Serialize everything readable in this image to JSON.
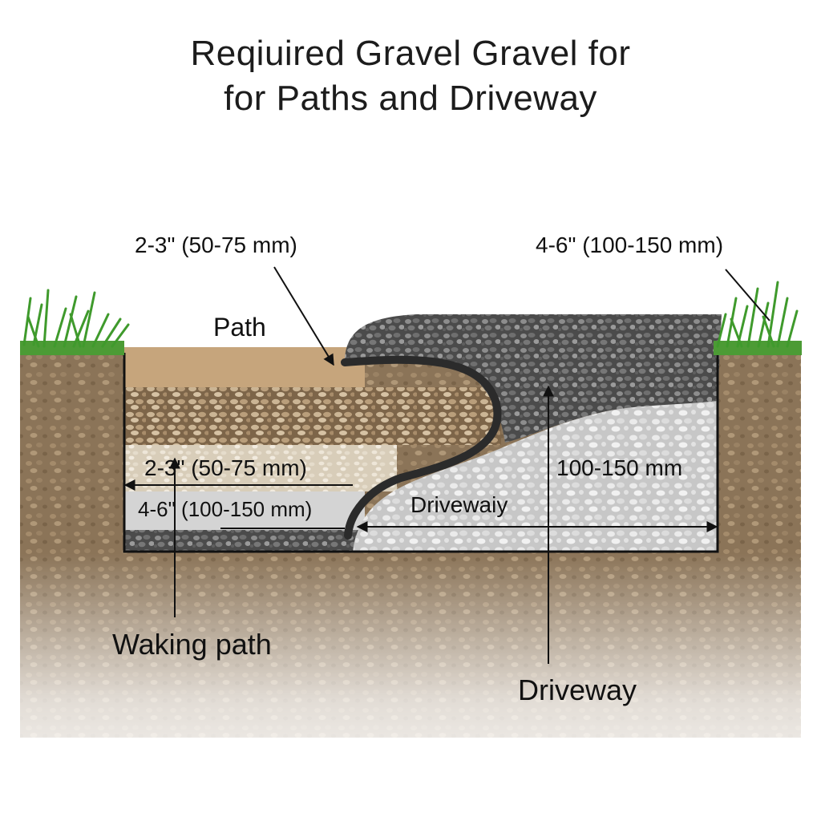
{
  "title": {
    "line1": "Reqiuired Gravel Gravel for",
    "line2": "for Paths and Driveway"
  },
  "labels": {
    "top_path_depth": "2-3\" (50-75 mm)",
    "top_driveway_depth": "4-6\" (100-150 mm)",
    "path": "Path",
    "inner_path_depth": "2-3\" (50-75 mm)",
    "inner_base_depth": "4-6\" (100-150 mm)",
    "inner_driveway": "Drivewaiy",
    "inner_driveway_depth": "100-150 mm",
    "walking_path": "Waking path",
    "driveway": "Driveway"
  },
  "colors": {
    "topsoil": "#c6a57c",
    "path_gravel": "#a68a66",
    "path_base": "#ddd3c2",
    "driveway_top": "#535353",
    "driveway_base": "#d7d7d7",
    "subgrade": "#8a7458",
    "grass": "#3f9a2c",
    "outline": "#111111"
  },
  "icons": [
    "grass-tuft-left",
    "grass-tuft-right"
  ]
}
